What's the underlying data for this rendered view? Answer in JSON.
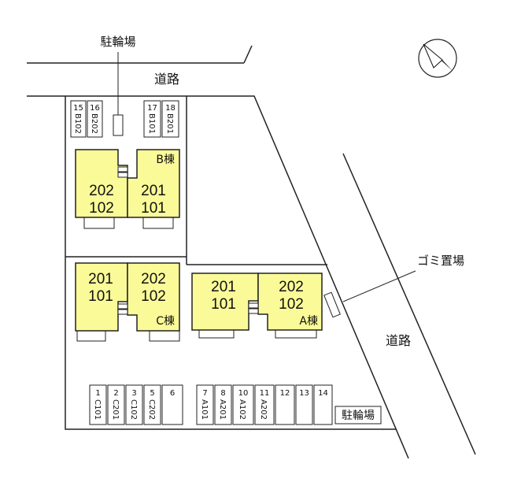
{
  "map": {
    "labels": {
      "bike_parking_top": "駐輪場",
      "road_top": "道路",
      "road_right": "道路",
      "garbage": "ゴミ置場",
      "bike_parking_bottom": "駐輪場"
    },
    "buildings": {
      "B": {
        "name": "B棟",
        "left_upper": "202",
        "left_lower": "102",
        "right_upper": "201",
        "right_lower": "101"
      },
      "C": {
        "name": "C棟",
        "left_upper": "201",
        "left_lower": "101",
        "right_upper": "202",
        "right_lower": "102"
      },
      "A": {
        "name": "A棟",
        "left_upper": "201",
        "left_lower": "101",
        "right_upper": "202",
        "right_lower": "102"
      }
    },
    "parking_top": [
      {
        "num": "15",
        "unit": "B102"
      },
      {
        "num": "16",
        "unit": "B202"
      },
      {
        "num": "17",
        "unit": "B101"
      },
      {
        "num": "18",
        "unit": "B201"
      }
    ],
    "parking_bottom_left": [
      {
        "num": "1",
        "unit": "C101"
      },
      {
        "num": "2",
        "unit": "C201"
      },
      {
        "num": "3",
        "unit": "C102"
      },
      {
        "num": "5",
        "unit": "C202"
      },
      {
        "num": "6",
        "unit": ""
      }
    ],
    "parking_bottom_right": [
      {
        "num": "7",
        "unit": "A101"
      },
      {
        "num": "8",
        "unit": "A201"
      },
      {
        "num": "10",
        "unit": "A102"
      },
      {
        "num": "11",
        "unit": "A202"
      },
      {
        "num": "12",
        "unit": ""
      },
      {
        "num": "13",
        "unit": ""
      },
      {
        "num": "14",
        "unit": ""
      }
    ],
    "north_icon": "north-arrow-icon"
  }
}
